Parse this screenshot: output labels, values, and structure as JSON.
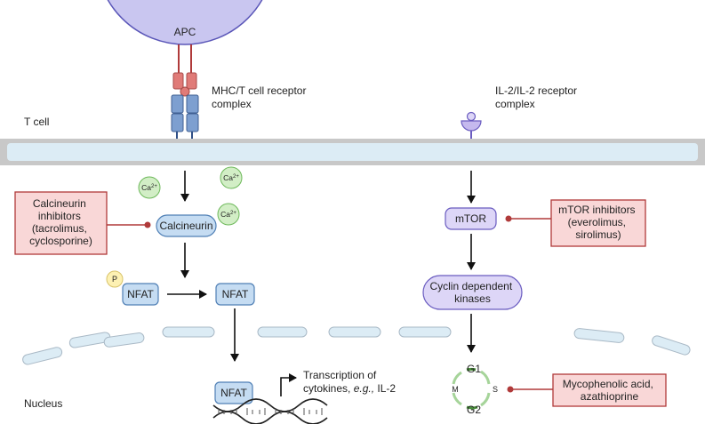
{
  "labels": {
    "apc": "APC",
    "mhc_tcr_line1": "MHC/T cell receptor",
    "mhc_tcr_line2": "complex",
    "il2_line1": "IL-2/IL-2 receptor",
    "il2_line2": "complex",
    "t_cell": "T cell",
    "nucleus": "Nucleus",
    "ca_ion": "Ca",
    "ca_charge": "2+",
    "calcineurin": "Calcineurin",
    "phosphate": "P",
    "nfat": "NFAT",
    "mtor": "mTOR",
    "cdk_line1": "Cyclin dependent",
    "cdk_line2": "kinases",
    "transcription_line1": "Transcription of",
    "transcription_line2_a": "cytokines, ",
    "transcription_line2_b": "e.g.,",
    "transcription_line2_c": " IL-2",
    "g1": "G1",
    "g2": "G2",
    "m": "M",
    "s": "S"
  },
  "inhibitors": {
    "calcineurin": [
      "Calcineurin",
      "inhibitors",
      "(tacrolimus,",
      "cyclosporine)"
    ],
    "mtor": [
      "mTOR inhibitors",
      "(everolimus,",
      "sirolimus)"
    ],
    "mycophenolic": [
      "Mycophenolic acid,",
      "azathioprine"
    ]
  },
  "colors": {
    "apc_fill": "#c9c6f0",
    "apc_stroke": "#5a56b8",
    "membrane_fill": "#dcecf5",
    "membrane_edge": "#c8c8c8",
    "blue_fill": "#c5dcf2",
    "blue_stroke": "#4f7fb5",
    "purple_fill": "#ddd6f7",
    "purple_stroke": "#6a5cc0",
    "green_fill": "#d2eec6",
    "green_stroke": "#6db85a",
    "inhibitor_fill": "#f9d7d7",
    "inhibitor_stroke": "#b03a3a",
    "red_line": "#b03a3a",
    "mhc_red": "#e07b78",
    "receptor_blue": "#7d9fd0",
    "cycle_light_green": "#a6d49a",
    "cycle_dark_green": "#4a8f3c"
  }
}
